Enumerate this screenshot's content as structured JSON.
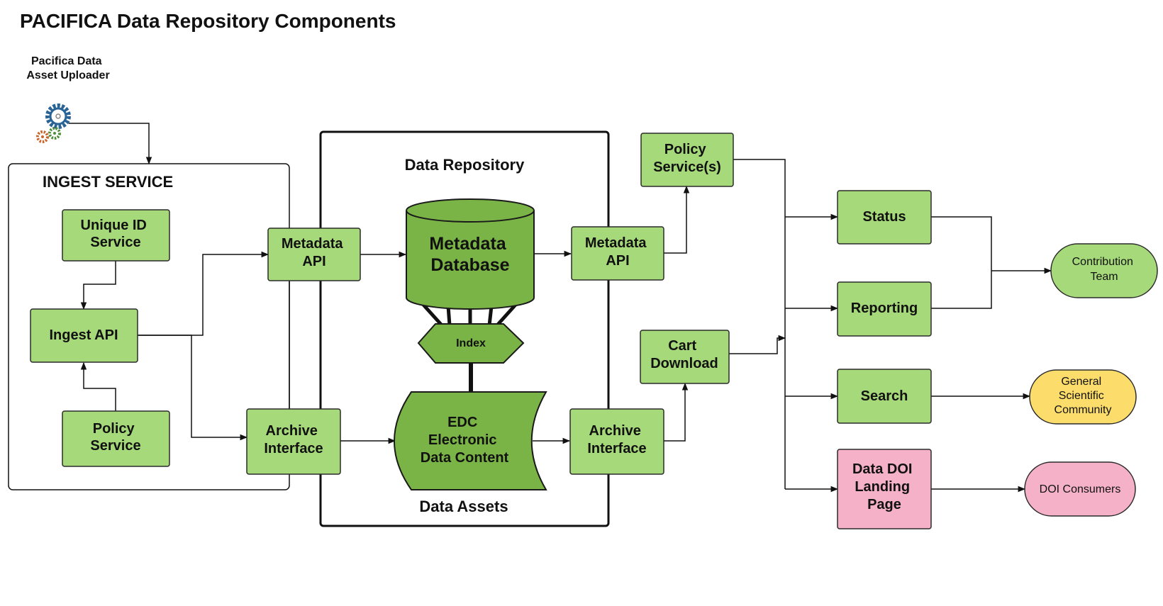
{
  "title": "PACIFICA Data Repository Components",
  "uploader": {
    "line1": "Pacifica Data",
    "line2": "Asset Uploader"
  },
  "ingest": {
    "title": "INGEST SERVICE",
    "unique_id": [
      "Unique ID",
      "Service"
    ],
    "ingest_api": [
      "Ingest API"
    ],
    "policy": [
      "Policy",
      "Service"
    ]
  },
  "repository": {
    "title": "Data Repository",
    "metadata_api_left": [
      "Metadata",
      "API"
    ],
    "archive_left": [
      "Archive",
      "Interface"
    ],
    "metadata_db": [
      "Metadata",
      "Database"
    ],
    "index": "Index",
    "edc": [
      "EDC",
      "Electronic",
      "Data Content"
    ],
    "data_assets": "Data Assets",
    "metadata_api_right": [
      "Metadata",
      "API"
    ],
    "archive_right": [
      "Archive",
      "Interface"
    ]
  },
  "services": {
    "policy": [
      "Policy",
      "Service(s)"
    ],
    "cart": [
      "Cart",
      "Download"
    ],
    "status": [
      "Status"
    ],
    "reporting": [
      "Reporting"
    ],
    "search": [
      "Search"
    ],
    "doi_page": [
      "Data DOI",
      "Landing",
      "Page"
    ]
  },
  "consumers": {
    "contribution": [
      "Contribution",
      "Team"
    ],
    "general": [
      "General",
      "Scientific",
      "Community"
    ],
    "doi": [
      "DOI Consumers"
    ]
  },
  "colors": {
    "node_green": "#a6d97a",
    "db_green": "#7bb446",
    "pink": "#f5b1c8",
    "yellow": "#fcdc6b",
    "gear_blue": "#2a6496",
    "gear_orange": "#c8662b",
    "gear_green": "#4f8f3a"
  }
}
